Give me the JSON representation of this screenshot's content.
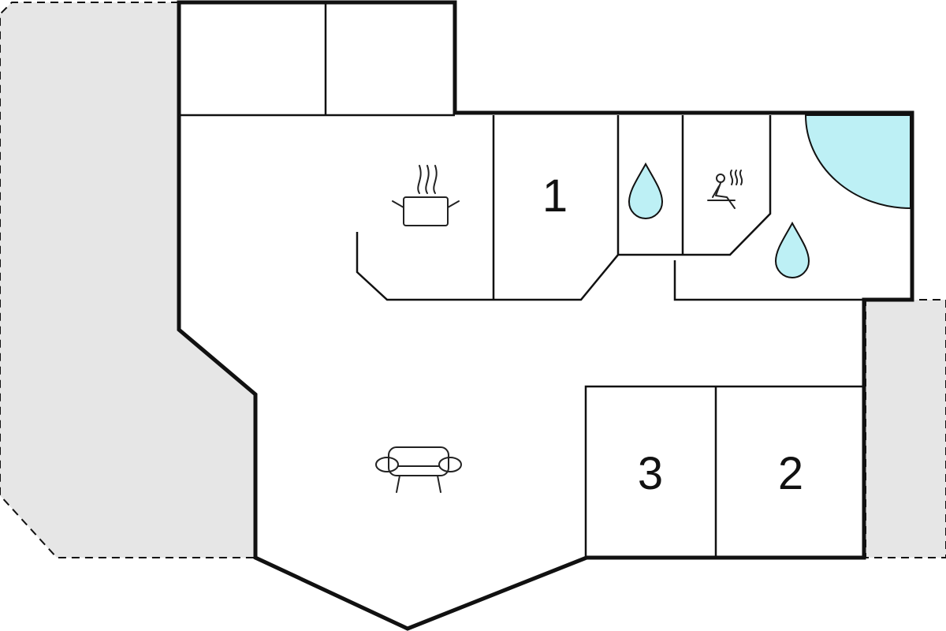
{
  "floorplan": {
    "rooms": [
      {
        "id": "bedroom-1",
        "label": "1"
      },
      {
        "id": "bedroom-2",
        "label": "2"
      },
      {
        "id": "bedroom-3",
        "label": "3"
      }
    ],
    "icons": [
      {
        "name": "kitchen-pot-icon",
        "meaning": "kitchen"
      },
      {
        "name": "water-drop-icon",
        "meaning": "bathroom"
      },
      {
        "name": "sauna-icon",
        "meaning": "sauna"
      },
      {
        "name": "water-drop-icon",
        "meaning": "bathroom"
      },
      {
        "name": "sofa-icon",
        "meaning": "living room"
      }
    ],
    "features": [
      {
        "name": "whirlpool",
        "shape": "quarter-circle"
      }
    ]
  },
  "colors": {
    "wall": "#111111",
    "terrace": "#e6e6e6",
    "water": "#bdf0f5",
    "background": "#ffffff"
  }
}
